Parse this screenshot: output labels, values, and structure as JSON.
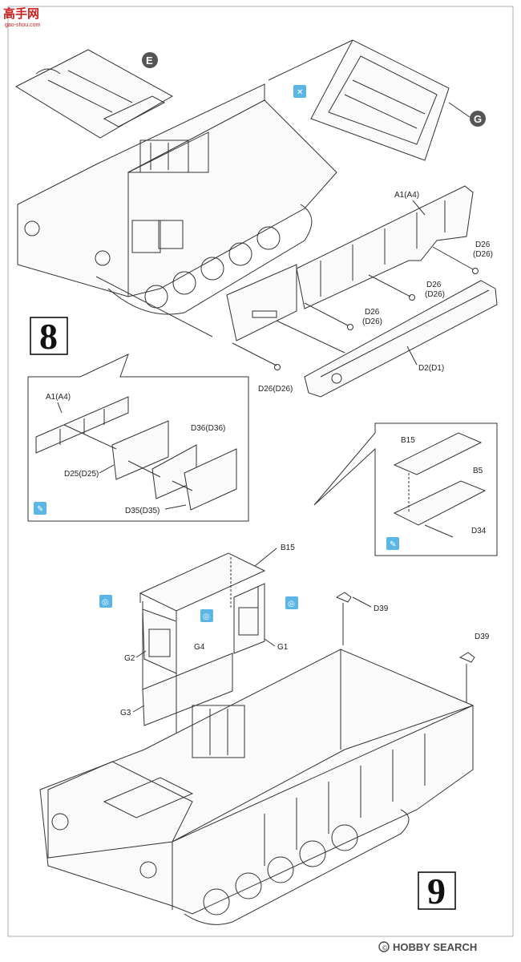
{
  "watermark_top": {
    "main": "高手网",
    "url": "gao-shou.com"
  },
  "watermark_bottom": {
    "brand": "HOBBY SEARCH"
  },
  "step8": {
    "number": "8",
    "callouts": [
      "E",
      "G"
    ],
    "labels": {
      "a1": "A1(A4)",
      "d26_a": "D26",
      "d26_a_alt": "(D26)",
      "d26_b": "D26",
      "d26_b_alt": "(D26)",
      "d26_c": "D26",
      "d26_c_alt": "(D26)",
      "d26_d": "D26(D26)",
      "d2": "D2(D1)"
    },
    "inset_left": {
      "a1": "A1(A4)",
      "d36": "D36(D36)",
      "d25": "D25(D25)",
      "d35": "D35(D35)"
    },
    "inset_right": {
      "b15": "B15",
      "b5": "B5",
      "d34": "D34"
    }
  },
  "step9": {
    "number": "9",
    "labels": {
      "b15": "B15",
      "d39_a": "D39",
      "d39_b": "D39",
      "g1": "G1",
      "g2": "G2",
      "g3": "G3",
      "g4": "G4"
    }
  }
}
